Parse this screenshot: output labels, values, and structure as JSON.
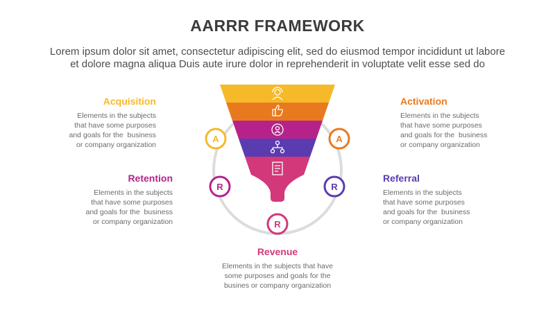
{
  "title": "AARRR FRAMEWORK",
  "subtitle_line1": "Lorem ipsum dolor sit amet, consectetur adipiscing elit, sed do eiusmod tempor incididunt ut labore",
  "subtitle_line2": "et dolore magna aliqua Duis aute irure dolor in reprehenderit in voluptate velit esse sed do",
  "colors": {
    "yellow": "#f5b92a",
    "orange": "#e9791f",
    "magenta": "#b5238a",
    "purple": "#5b3bb0",
    "pink": "#d2387a",
    "ring": "#dcdcdc"
  },
  "stages": [
    {
      "key": "acquisition",
      "label": "Acquisition",
      "badge": "A",
      "color": "#f5b92a",
      "icon": "headset-user-icon"
    },
    {
      "key": "activation",
      "label": "Activation",
      "badge": "A",
      "color": "#e9791f",
      "icon": "thumbs-up-icon"
    },
    {
      "key": "retention",
      "label": "Retention",
      "badge": "R",
      "color": "#b5238a",
      "icon": "refresh-user-icon"
    },
    {
      "key": "referral",
      "label": "Referral",
      "badge": "R",
      "color": "#5b3bb0",
      "icon": "network-users-icon"
    },
    {
      "key": "revenue",
      "label": "Revenue",
      "badge": "R",
      "color": "#d2387a",
      "icon": "money-receipt-icon"
    }
  ],
  "blocks": {
    "acquisition": {
      "title": "Acquisition",
      "lines": [
        "Elements in the subjects",
        "that have some purposes",
        "and goals for the  business",
        "or company organization"
      ]
    },
    "activation": {
      "title": "Activation",
      "lines": [
        "Elements in the subjects",
        "that have some purposes",
        "and goals for the  business",
        "or company organization"
      ]
    },
    "retention": {
      "title": "Retention",
      "lines": [
        "Elements in the subjects",
        "that have some purposes",
        "and goals for the  business",
        "or company organization"
      ]
    },
    "referral": {
      "title": "Referral",
      "lines": [
        "Elements in the subjects",
        "that have some purposes",
        "and goals for the  business",
        "or company organization"
      ]
    },
    "revenue": {
      "title": "Revenue",
      "lines": [
        "Elements in the subjects that have",
        "some purposes and goals for the",
        "busines or company organization"
      ]
    }
  }
}
